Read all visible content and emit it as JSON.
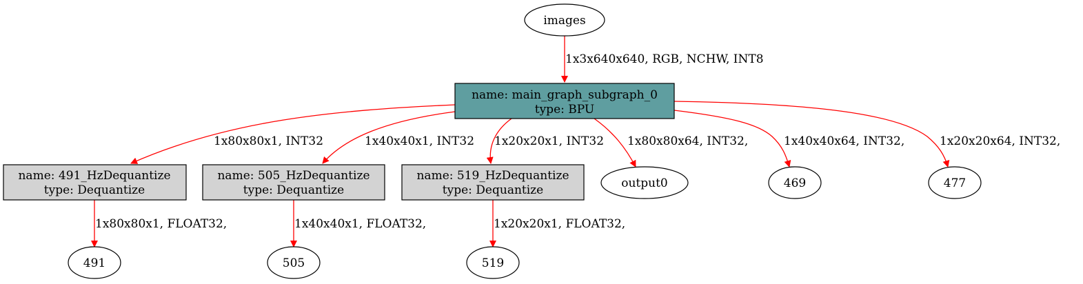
{
  "graph": {
    "colors": {
      "edge": "#ff0000",
      "bpu_fill": "#5f9ea0",
      "dequantize_fill": "#d3d3d3",
      "io_fill": "#ffffff",
      "stroke": "#000000"
    },
    "nodes": {
      "images": {
        "label": "images"
      },
      "main": {
        "line1": "name: main_graph_subgraph_0",
        "line2": "type: BPU"
      },
      "deq491": {
        "line1": "name: 491_HzDequantize",
        "line2": "type: Dequantize"
      },
      "deq505": {
        "line1": "name: 505_HzDequantize",
        "line2": "type: Dequantize"
      },
      "deq519": {
        "line1": "name: 519_HzDequantize",
        "line2": "type: Dequantize"
      },
      "output0": {
        "label": "output0"
      },
      "out469": {
        "label": "469"
      },
      "out477": {
        "label": "477"
      },
      "out491": {
        "label": "491"
      },
      "out505": {
        "label": "505"
      },
      "out519": {
        "label": "519"
      }
    },
    "edges": {
      "images_main": "1x3x640x640, RGB, NCHW, INT8",
      "main_deq491": "1x80x80x1, INT32",
      "main_deq505": "1x40x40x1, INT32",
      "main_deq519": "1x20x20x1, INT32",
      "main_output0": "1x80x80x64, INT32,",
      "main_469": "1x40x40x64, INT32,",
      "main_477": "1x20x20x64, INT32,",
      "deq491_491": "1x80x80x1, FLOAT32,",
      "deq505_505": "1x40x40x1, FLOAT32,",
      "deq519_519": "1x20x20x1, FLOAT32,"
    }
  }
}
